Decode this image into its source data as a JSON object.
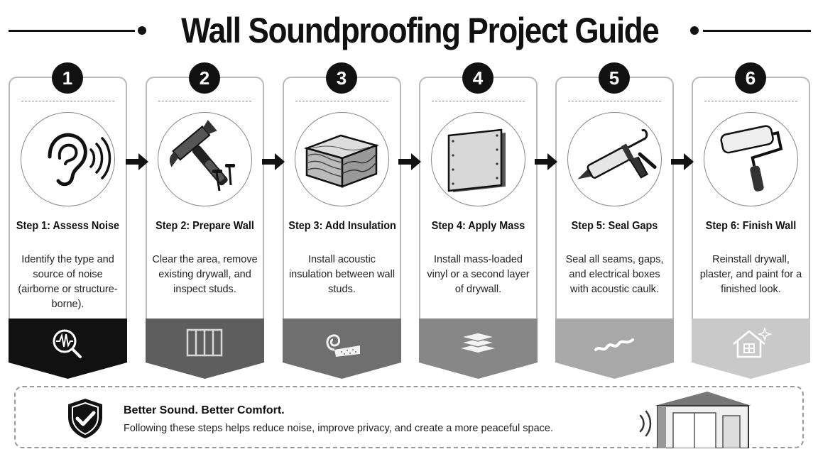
{
  "title": "Wall Soundproofing Project Guide",
  "steps": [
    {
      "number": "1",
      "title": "Step 1: Assess Noise",
      "description": "Identify the type and source of noise (airborne or structure-borne).",
      "icon": "ear-sound-icon",
      "banner_icon": "magnifier-waveform-icon",
      "banner_color": "#111111"
    },
    {
      "number": "2",
      "title": "Step 2: Prepare Wall",
      "description": "Clear the area, remove existing drywall, and inspect studs.",
      "icon": "hammer-nails-icon",
      "banner_icon": "wall-studs-icon",
      "banner_color": "#5e5e5e"
    },
    {
      "number": "3",
      "title": "Step 3: Add Insulation",
      "description": "Install acoustic insulation between wall studs.",
      "icon": "insulation-block-icon",
      "banner_icon": "insulation-roll-icon",
      "banner_color": "#6f6f6f"
    },
    {
      "number": "4",
      "title": "Step 4: Apply Mass",
      "description": "Install mass-loaded vinyl or a second layer of drywall.",
      "icon": "drywall-panel-icon",
      "banner_icon": "stacked-layers-icon",
      "banner_color": "#878787"
    },
    {
      "number": "5",
      "title": "Step 5: Seal Gaps",
      "description": "Seal all seams, gaps, and electrical boxes with acoustic caulk.",
      "icon": "caulk-gun-icon",
      "banner_icon": "caulk-bead-icon",
      "banner_color": "#a8a8a8"
    },
    {
      "number": "6",
      "title": "Step 6: Finish Wall",
      "description": "Reinstall drywall, plaster, and paint for a finished look.",
      "icon": "paint-roller-icon",
      "banner_icon": "house-sparkle-icon",
      "banner_color": "#c9c9c9"
    }
  ],
  "footer": {
    "title": "Better Sound. Better Comfort.",
    "text": "Following these steps helps reduce noise, improve privacy, and create a more peaceful space."
  }
}
